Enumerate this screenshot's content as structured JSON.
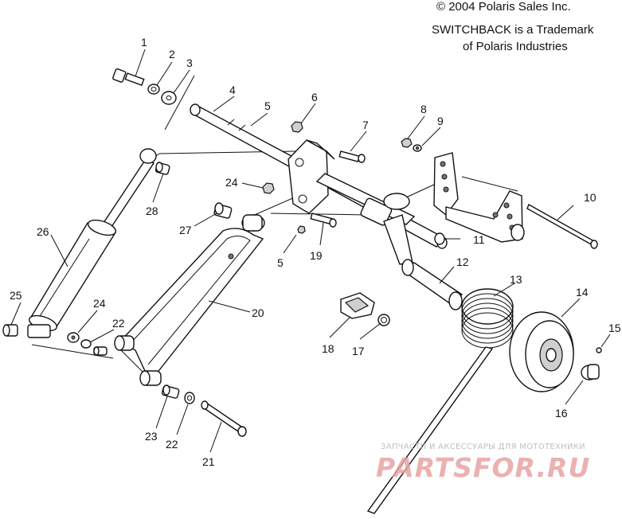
{
  "header": {
    "copyright": "© 2004 Polaris Sales Inc.",
    "trademark_line1": "SWITCHBACK is a Trademark",
    "trademark_line2": "of Polaris Industries"
  },
  "callouts": [
    "1",
    "2",
    "3",
    "4",
    "5",
    "6",
    "7",
    "8",
    "9",
    "24",
    "28",
    "10",
    "26",
    "27",
    "5",
    "19",
    "11",
    "12",
    "13",
    "14",
    "25",
    "24",
    "22",
    "20",
    "18",
    "17",
    "15",
    "16",
    "23",
    "22",
    "21"
  ],
  "watermark": {
    "line1": "ЗАПЧАСТИ И АКСЕССУАРЫ ДЛЯ МОТОТЕХНИКИ",
    "line2": "PARTSFOR.RU"
  }
}
